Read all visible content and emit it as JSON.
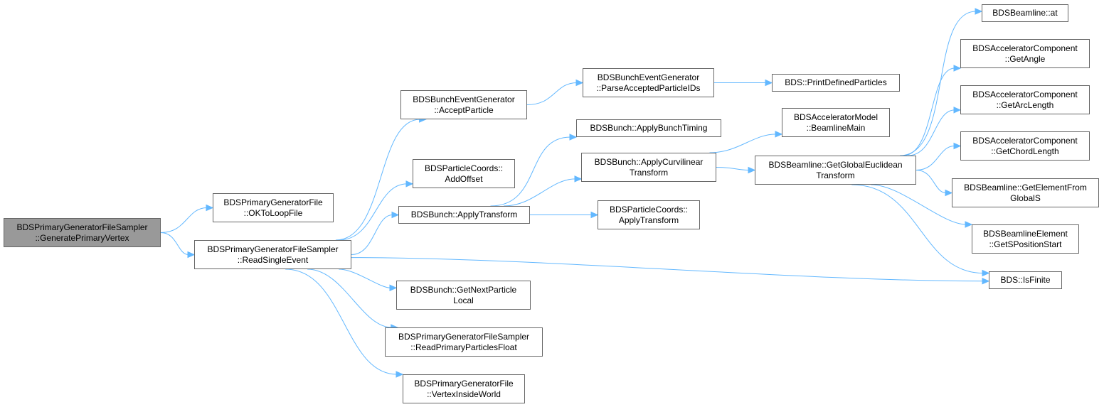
{
  "colors": {
    "edge": "#63b8ff",
    "node_border": "#666666",
    "root_fill": "#999999",
    "node_fill": "#ffffff"
  },
  "nodes": {
    "generate_primary_vertex": {
      "l1": "BDSPrimaryGeneratorFileSampler",
      "l2": "::GeneratePrimaryVertex"
    },
    "ok_to_loop_file": {
      "l1": "BDSPrimaryGeneratorFile",
      "l2": "::OKToLoopFile"
    },
    "read_single_event": {
      "l1": "BDSPrimaryGeneratorFileSampler",
      "l2": "::ReadSingleEvent"
    },
    "accept_particle": {
      "l1": "BDSBunchEventGenerator",
      "l2": "::AcceptParticle"
    },
    "add_offset": {
      "l1": "BDSParticleCoords::",
      "l2": "AddOffset"
    },
    "bunch_apply_transform": {
      "l1": "BDSBunch::ApplyTransform"
    },
    "get_next_particle_local": {
      "l1": "BDSBunch::GetNextParticle",
      "l2": "Local"
    },
    "read_primary_particles_float": {
      "l1": "BDSPrimaryGeneratorFileSampler",
      "l2": "::ReadPrimaryParticlesFloat"
    },
    "vertex_inside_world": {
      "l1": "BDSPrimaryGeneratorFile",
      "l2": "::VertexInsideWorld"
    },
    "parse_accepted_particle_ids": {
      "l1": "BDSBunchEventGenerator",
      "l2": "::ParseAcceptedParticleIDs"
    },
    "apply_bunch_timing": {
      "l1": "BDSBunch::ApplyBunchTiming"
    },
    "apply_curvilinear_transform": {
      "l1": "BDSBunch::ApplyCurvilinear",
      "l2": "Transform"
    },
    "coords_apply_transform": {
      "l1": "BDSParticleCoords::",
      "l2": "ApplyTransform"
    },
    "print_defined_particles": {
      "l1": "BDS::PrintDefinedParticles"
    },
    "beamline_main": {
      "l1": "BDSAcceleratorModel",
      "l2": "::BeamlineMain"
    },
    "get_global_euclidean_transform": {
      "l1": "BDSBeamline::GetGlobalEuclidean",
      "l2": "Transform"
    },
    "beamline_at": {
      "l1": "BDSBeamline::at"
    },
    "get_angle": {
      "l1": "BDSAcceleratorComponent",
      "l2": "::GetAngle"
    },
    "get_arc_length": {
      "l1": "BDSAcceleratorComponent",
      "l2": "::GetArcLength"
    },
    "get_chord_length": {
      "l1": "BDSAcceleratorComponent",
      "l2": "::GetChordLength"
    },
    "get_element_from_global_s": {
      "l1": "BDSBeamline::GetElementFrom",
      "l2": "GlobalS"
    },
    "get_s_position_start": {
      "l1": "BDSBeamlineElement",
      "l2": "::GetSPositionStart"
    },
    "is_finite": {
      "l1": "BDS::IsFinite"
    }
  },
  "edges": [
    [
      "generate_primary_vertex",
      "ok_to_loop_file"
    ],
    [
      "generate_primary_vertex",
      "read_single_event"
    ],
    [
      "read_single_event",
      "accept_particle"
    ],
    [
      "read_single_event",
      "add_offset"
    ],
    [
      "read_single_event",
      "bunch_apply_transform"
    ],
    [
      "read_single_event",
      "get_next_particle_local"
    ],
    [
      "read_single_event",
      "read_primary_particles_float"
    ],
    [
      "read_single_event",
      "vertex_inside_world"
    ],
    [
      "read_single_event",
      "is_finite"
    ],
    [
      "accept_particle",
      "parse_accepted_particle_ids"
    ],
    [
      "parse_accepted_particle_ids",
      "print_defined_particles"
    ],
    [
      "bunch_apply_transform",
      "apply_bunch_timing"
    ],
    [
      "bunch_apply_transform",
      "apply_curvilinear_transform"
    ],
    [
      "bunch_apply_transform",
      "coords_apply_transform"
    ],
    [
      "apply_curvilinear_transform",
      "beamline_main"
    ],
    [
      "apply_curvilinear_transform",
      "get_global_euclidean_transform"
    ],
    [
      "get_global_euclidean_transform",
      "beamline_at"
    ],
    [
      "get_global_euclidean_transform",
      "get_angle"
    ],
    [
      "get_global_euclidean_transform",
      "get_arc_length"
    ],
    [
      "get_global_euclidean_transform",
      "get_chord_length"
    ],
    [
      "get_global_euclidean_transform",
      "get_element_from_global_s"
    ],
    [
      "get_global_euclidean_transform",
      "get_s_position_start"
    ],
    [
      "get_global_euclidean_transform",
      "is_finite"
    ]
  ]
}
